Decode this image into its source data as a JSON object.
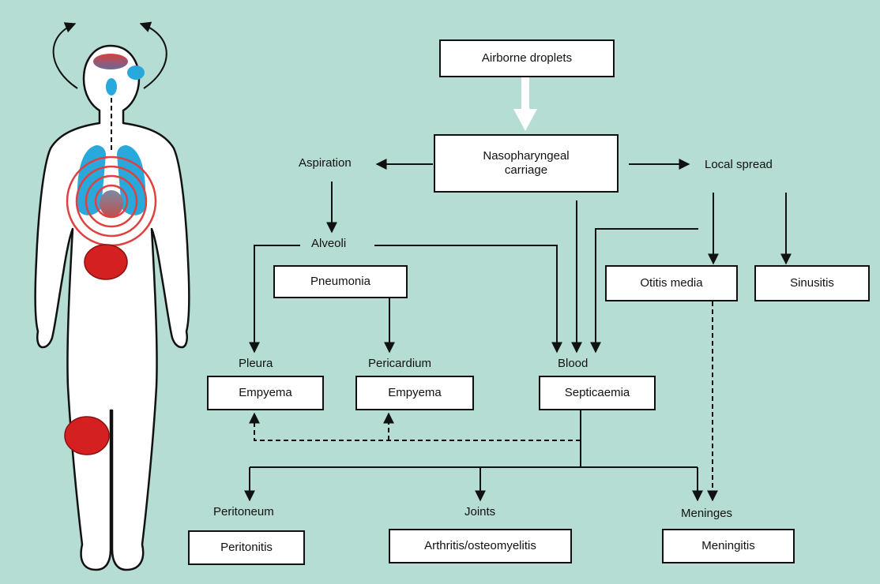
{
  "colors": {
    "background": "#b5ddd3",
    "lung": "#29a8dc",
    "infection_red": "#d42020",
    "ring": "#e04040",
    "skin": "#ffffff"
  },
  "icons": [
    "rotation-arrow-icon",
    "human-body-figure"
  ],
  "nodes": {
    "airborne": "Airborne droplets",
    "nasopharyngeal": "Nasopharyngeal carriage",
    "pneumonia": "Pneumonia",
    "otitis": "Otitis media",
    "sinusitis": "Sinusitis",
    "empyema_pleura": "Empyema",
    "empyema_pericardium": "Empyema",
    "septicaemia": "Septicaemia",
    "peritonitis": "Peritonitis",
    "arthritis": "Arthritis/osteomyelitis",
    "meningitis": "Meningitis"
  },
  "labels": {
    "aspiration": "Aspiration",
    "local_spread": "Local spread",
    "alveoli": "Alveoli",
    "pleura": "Pleura",
    "pericardium": "Pericardium",
    "blood": "Blood",
    "peritoneum": "Peritoneum",
    "joints": "Joints",
    "meninges": "Meninges"
  }
}
